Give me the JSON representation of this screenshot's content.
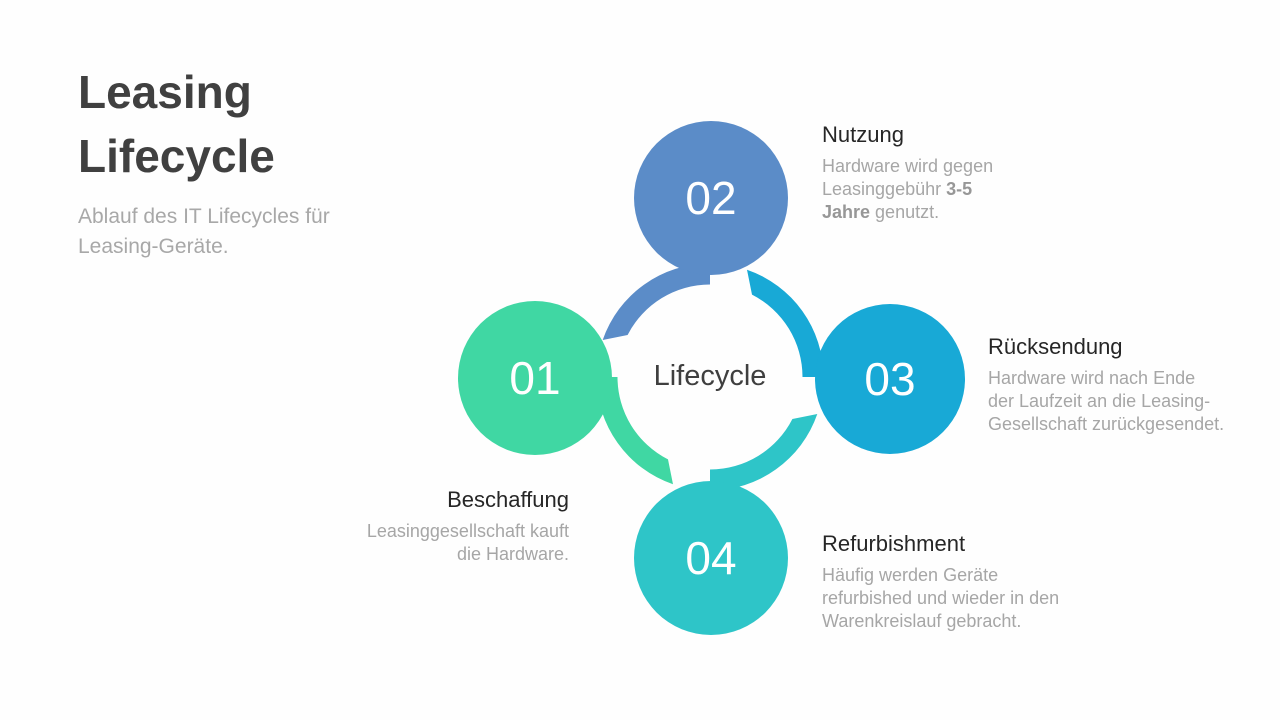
{
  "slide": {
    "title": "Leasing\nLifecycle",
    "subtitle": "Ablauf des IT Lifecycles für\nLeasing-Geräte.",
    "center_label": "Lifecycle",
    "background": "#fefefe"
  },
  "colors": {
    "title_text": "#404040",
    "muted_text": "#a6a6a6",
    "heading_text": "#262626",
    "step1_green": "#40d7a3",
    "step2_blue": "#5b8cc8",
    "step3_cyan": "#18a9d6",
    "step4_teal": "#2ec5c8"
  },
  "steps": [
    {
      "number": "01",
      "title": "Beschaffung",
      "color": "#40d7a3",
      "description": [
        {
          "text": "Leasinggesellschaft kauft\ndie Hardware.",
          "bold": false
        }
      ]
    },
    {
      "number": "02",
      "title": "Nutzung",
      "color": "#5b8cc8",
      "description": [
        {
          "text": "Hardware wird gegen\nLeasinggebühr ",
          "bold": false
        },
        {
          "text": "3-5\nJahre",
          "bold": true
        },
        {
          "text": " genutzt.",
          "bold": false
        }
      ]
    },
    {
      "number": "03",
      "title": "Rücksendung",
      "color": "#18a9d6",
      "description": [
        {
          "text": "Hardware wird nach Ende\nder Laufzeit an die Leasing-\nGesellschaft zurückgesendet.",
          "bold": false
        }
      ]
    },
    {
      "number": "04",
      "title": "Refurbishment",
      "color": "#2ec5c8",
      "description": [
        {
          "text": "Häufig werden Geräte\nrefurbished und wieder in den\nWarenkreislauf gebracht.",
          "bold": false
        }
      ]
    }
  ]
}
